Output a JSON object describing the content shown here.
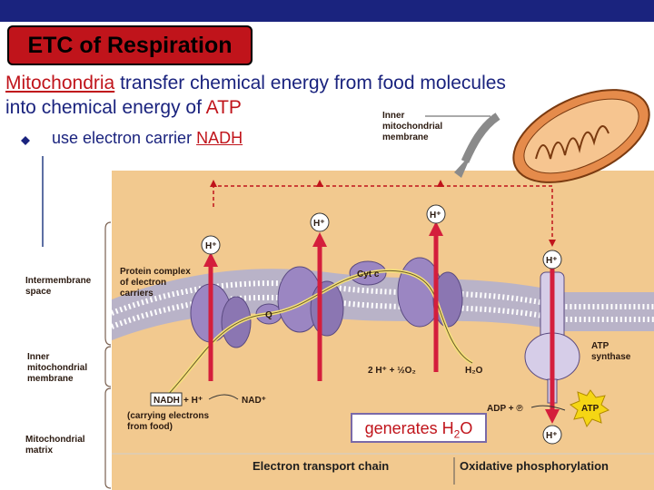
{
  "title": "ETC of Respiration",
  "intro": {
    "line1_term": "Mitochondria",
    "line1_rest": " transfer chemical energy from food molecules",
    "line2_start": "into chemical energy of ",
    "line2_atp": "ATP"
  },
  "bullet": {
    "text_start": "use electron carrier ",
    "text_term": "NADH"
  },
  "callout": {
    "prefix": "generates H",
    "subscript": "2",
    "suffix": "O"
  },
  "labels": {
    "inner_membrane_top": "Inner\nmitochondrial\nmembrane",
    "intermembrane": "Intermembrane\nspace",
    "inner_membrane_left": "Inner\nmitochondrial\nmembrane",
    "matrix": "Mitochondrial\nmatrix",
    "protein_complex": "Protein complex\nof electron\ncarriers",
    "cytc": "Cyt c",
    "q": "Q",
    "h_plus": "H⁺",
    "nadh": "NADH",
    "nadh_plus": "+ H⁺",
    "nad_plus": "NAD⁺",
    "carrying": "(carrying electrons\nfrom food)",
    "water_reaction": "2 H⁺ + ½O₂",
    "h2o": "H₂O",
    "atp_synthase": "ATP\nsynthase",
    "adp_p": "ADP + ℗",
    "atp": "ATP",
    "etc": "Electron transport chain",
    "oxphos": "Oxidative phosphorylation"
  },
  "colors": {
    "title_bg": "#c0141b",
    "text_blue": "#1a237e",
    "membrane_bg": "#f2c98f",
    "protein": "#9b86c2",
    "arrow_red": "#d41e3c"
  }
}
